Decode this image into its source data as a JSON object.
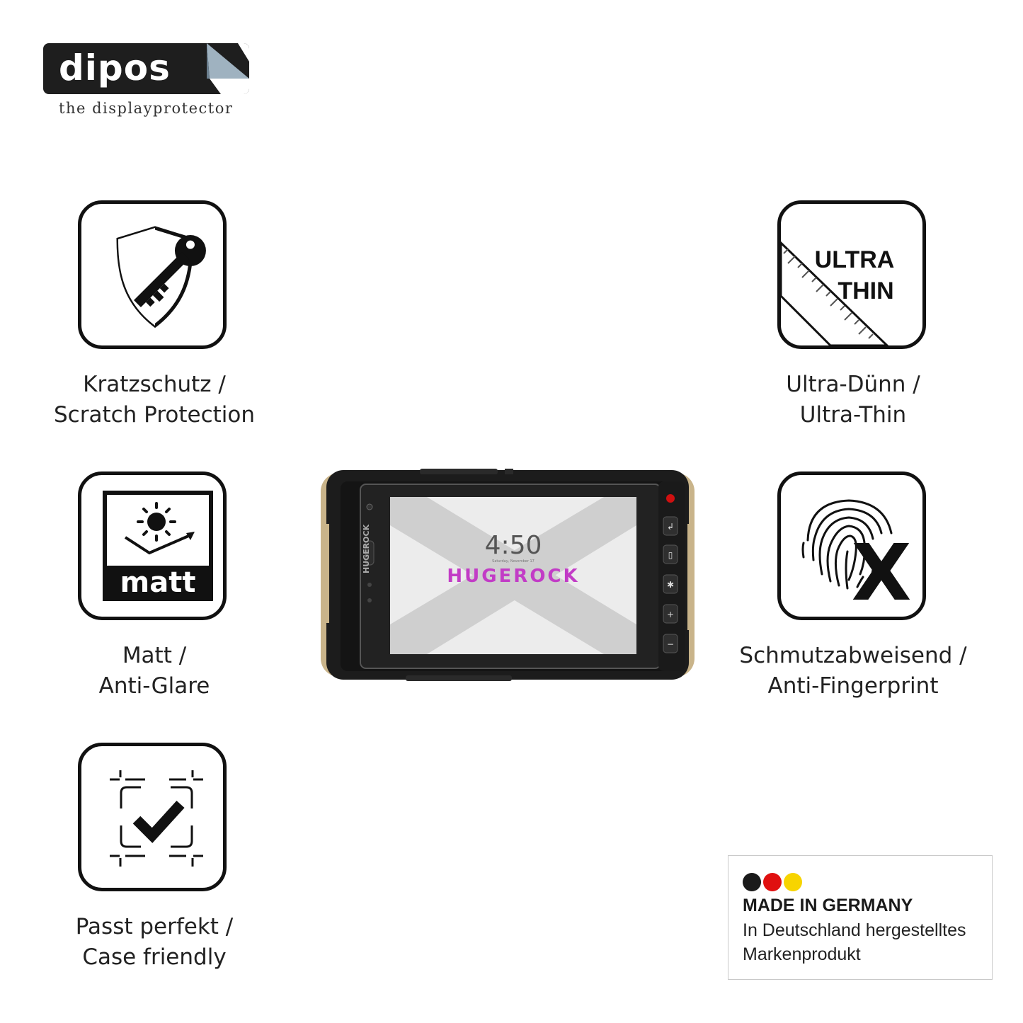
{
  "brand": {
    "name": "dipos",
    "tagline": "the displayprotector"
  },
  "features": [
    {
      "icon": "shield-key-icon",
      "line1": "Kratzschutz /",
      "line2": "Scratch Protection"
    },
    {
      "icon": "matt-sun-icon",
      "label": "matt",
      "line1": "Matt /",
      "line2": "Anti-Glare"
    },
    {
      "icon": "case-check-icon",
      "line1": "Passt perfekt /",
      "line2": "Case friendly"
    },
    {
      "icon": "ultra-thin-ruler-icon",
      "label_line1": "ULTRA",
      "label_line2": "THIN",
      "line1": "Ultra-Dünn /",
      "line2": "Ultra-Thin"
    },
    {
      "icon": "fingerprint-x-icon",
      "line1": "Schmutzabweisend /",
      "line2": "Anti-Fingerprint"
    }
  ],
  "device": {
    "clock": "4:50",
    "date": "Saturday, November 17",
    "screen_brand": "HUGEROCK",
    "side_brand": "HUGEROCK"
  },
  "made_in_germany": {
    "title": "MADE IN GERMANY",
    "line1": "In Deutschland hergestelltes",
    "line2": "Markenprodukt",
    "flag_colors": [
      "#1a1a1a",
      "#e01010",
      "#f7d400"
    ]
  }
}
